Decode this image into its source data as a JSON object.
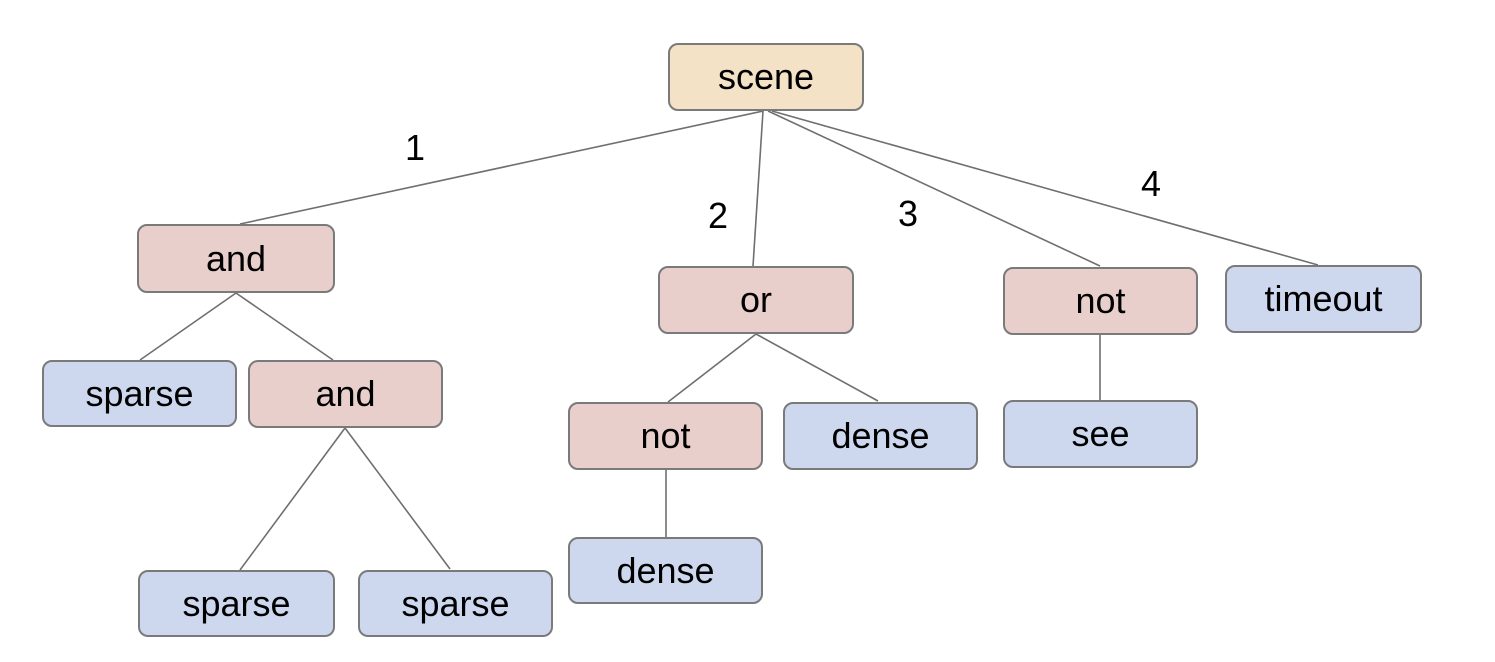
{
  "diagram": {
    "type": "tree",
    "root_label": "scene"
  },
  "colors": {
    "root_fill": "#f3e2c6",
    "branch_fill": "#e9cfcc",
    "leaf_fill": "#cdd7ee",
    "stroke": "#7a7a7a",
    "line": "#6f6f6f",
    "text": "#000000"
  },
  "nodes": [
    {
      "label": "scene",
      "kind": "root",
      "parent": null
    },
    {
      "label": "and",
      "kind": "branch",
      "parent": "scene"
    },
    {
      "label": "or",
      "kind": "branch",
      "parent": "scene"
    },
    {
      "label": "not",
      "kind": "branch",
      "parent": "scene"
    },
    {
      "label": "timeout",
      "kind": "leaf",
      "parent": "scene"
    },
    {
      "label": "sparse",
      "kind": "leaf",
      "parent": "and"
    },
    {
      "label": "and",
      "kind": "branch",
      "parent": "and"
    },
    {
      "label": "sparse",
      "kind": "leaf",
      "parent": "and.and"
    },
    {
      "label": "sparse",
      "kind": "leaf",
      "parent": "and.and"
    },
    {
      "label": "not",
      "kind": "branch",
      "parent": "or"
    },
    {
      "label": "dense",
      "kind": "leaf",
      "parent": "or"
    },
    {
      "label": "dense",
      "kind": "leaf",
      "parent": "or.not"
    },
    {
      "label": "see",
      "kind": "leaf",
      "parent": "not"
    }
  ],
  "edges": [
    {
      "from": "scene",
      "to": "and",
      "label": "1"
    },
    {
      "from": "scene",
      "to": "or",
      "label": "2"
    },
    {
      "from": "scene",
      "to": "not",
      "label": "3"
    },
    {
      "from": "scene",
      "to": "timeout",
      "label": "4"
    },
    {
      "from": "and",
      "to": "sparse",
      "label": ""
    },
    {
      "from": "and",
      "to": "and.and",
      "label": ""
    },
    {
      "from": "and.and",
      "to": "sparse",
      "label": ""
    },
    {
      "from": "and.and",
      "to": "sparse",
      "label": ""
    },
    {
      "from": "or",
      "to": "or.not",
      "label": ""
    },
    {
      "from": "or",
      "to": "dense",
      "label": ""
    },
    {
      "from": "or.not",
      "to": "dense",
      "label": ""
    },
    {
      "from": "not",
      "to": "see",
      "label": ""
    }
  ]
}
